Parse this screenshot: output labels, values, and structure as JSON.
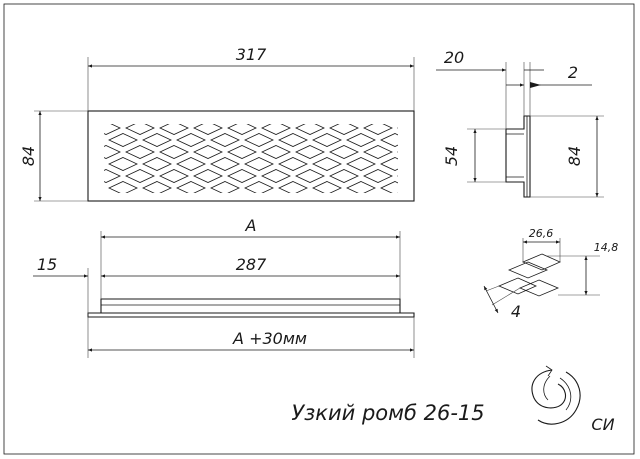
{
  "frame_view": {
    "width_label": "317",
    "height_label": "84"
  },
  "side_view": {
    "depth_label": "20",
    "flange_label": "2",
    "inner_height_label": "54",
    "outer_height_label": "84"
  },
  "plan_view": {
    "variable_label": "A",
    "inner_width_label": "287",
    "offset_label": "15",
    "overall_label": "A +30мм"
  },
  "cell_detail": {
    "cell_width_label": "26,6",
    "cell_height_label": "14,8",
    "rib_label": "4"
  },
  "product_title": "Узкий ромб 26-15",
  "logo": {
    "text": "СИ",
    "icon": "swirl-logo-icon"
  },
  "colors": {
    "line": "#1a1a1a",
    "background": "#ffffff"
  }
}
